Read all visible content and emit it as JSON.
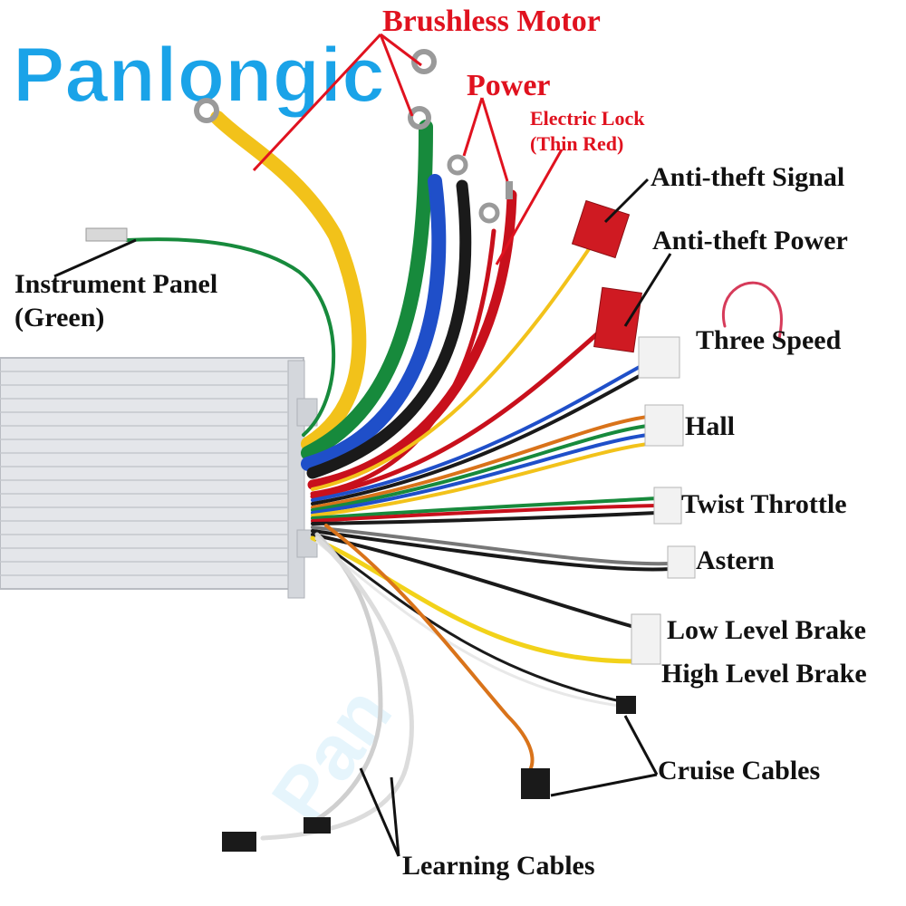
{
  "brand": {
    "name": "Panlongic",
    "color": "#1aa3e8",
    "watermark": "Pan"
  },
  "labels": {
    "brushless_motor": "Brushless Motor",
    "power": "Power",
    "electric_lock_line1": "Electric Lock",
    "electric_lock_line2": "(Thin Red)",
    "anti_theft_signal": "Anti-theft Signal",
    "anti_theft_power": "Anti-theft Power",
    "instrument_panel_line1": "Instrument Panel",
    "instrument_panel_line2": "(Green)",
    "three_speed": "Three Speed",
    "hall": "Hall",
    "twist_throttle": "Twist Throttle",
    "astern": "Astern",
    "low_level_brake": "Low Level Brake",
    "high_level_brake": "High Level Brake",
    "cruise_cables": "Cruise Cables",
    "learning_cables": "Learning Cables"
  },
  "colors": {
    "label_red": "#e0121f",
    "label_black": "#111111",
    "wire_yellow": "#f2c21a",
    "wire_green": "#178a3c",
    "wire_blue": "#1f4fc9",
    "wire_black": "#1a1a1a",
    "wire_red": "#c8101c",
    "wire_orange": "#d9731a",
    "wire_white": "#e8e8e8",
    "wire_gray": "#777777",
    "controller_body": "#e4e6ea"
  }
}
